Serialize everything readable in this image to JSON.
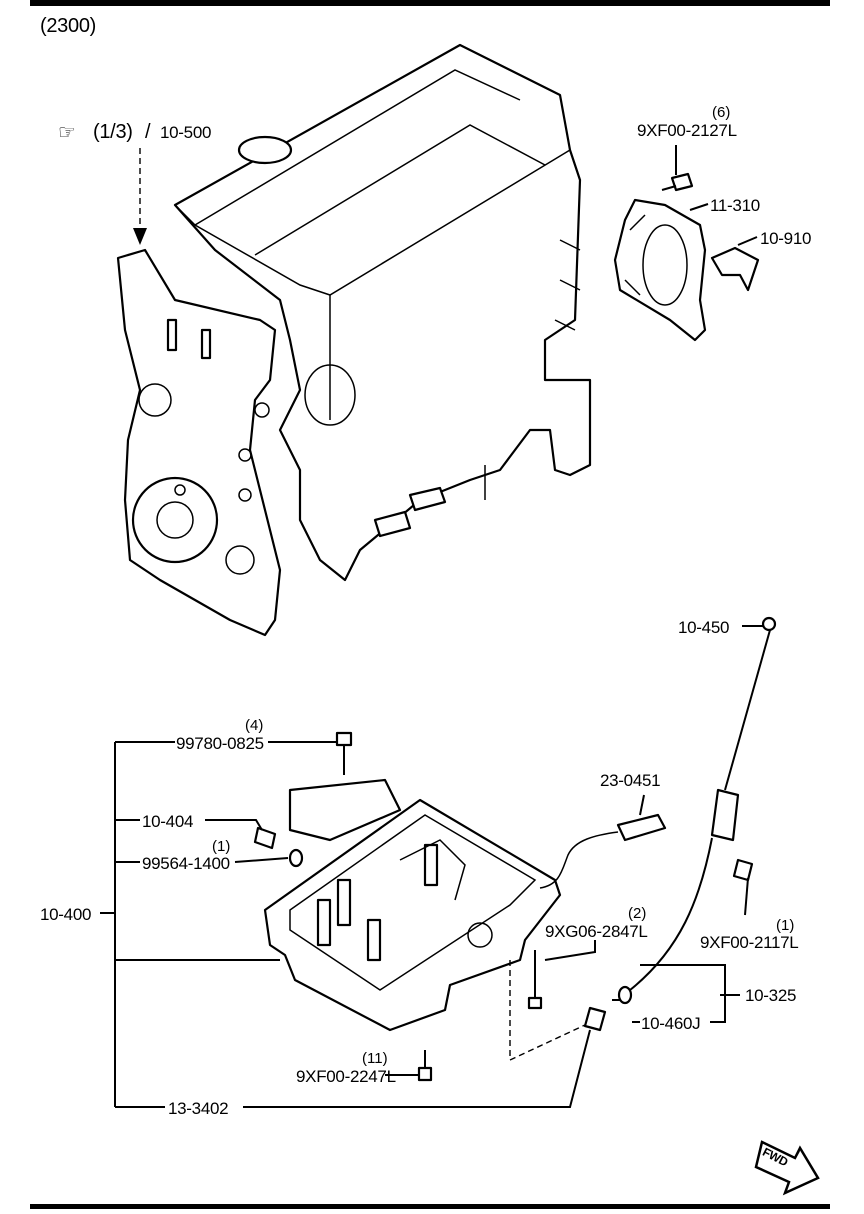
{
  "header": {
    "variant": "(2300)"
  },
  "reference": {
    "pages": "(1/3)",
    "separator": "/",
    "part": "10-500"
  },
  "callouts": {
    "qty_2127": "(6)",
    "p_2127": "9XF00-2127L",
    "p_11310": "11-310",
    "p_10910": "10-910",
    "p_10450": "10-450",
    "qty_0825": "(4)",
    "p_0825": "99780-0825",
    "p_230451": "23-0451",
    "p_10404": "10-404",
    "qty_1400": "(1)",
    "p_1400": "99564-1400",
    "p_10400": "10-400",
    "qty_2847": "(2)",
    "p_2847": "9XG06-2847L",
    "qty_2117": "(1)",
    "p_2117": "9XF00-2117L",
    "p_10325": "10-325",
    "p_10460j": "10-460J",
    "qty_2247": "(11)",
    "p_2247": "9XF00-2247L",
    "p_133402": "13-3402"
  },
  "fwd": {
    "label": "FWD"
  }
}
